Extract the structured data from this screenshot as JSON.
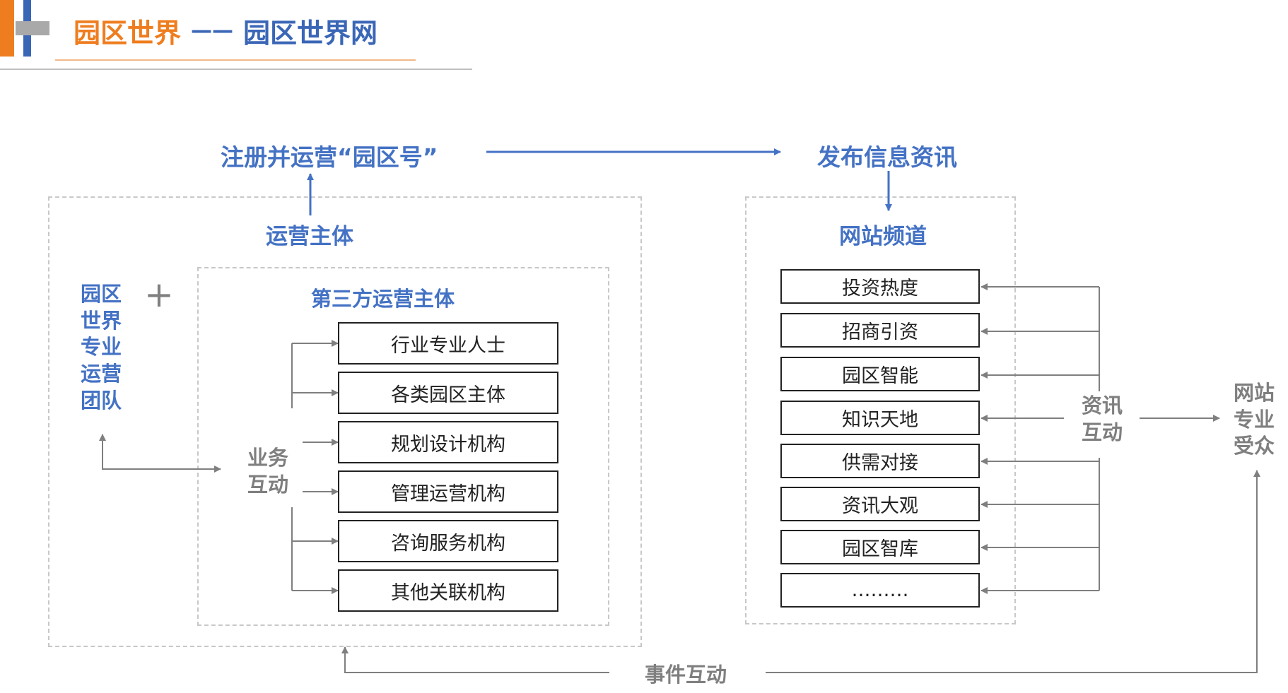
{
  "header": {
    "brand": "园区世界",
    "dash": "——",
    "site": "园区世界网"
  },
  "colors": {
    "accent_orange": "#ee7d1f",
    "accent_blue": "#4472c4",
    "text_grey": "#7f7f7f",
    "box_border": "#222222",
    "dashed_border": "#c8c8c8"
  },
  "flow": {
    "register": "注册并运营“园区号”",
    "publish": "发布信息资讯",
    "operator": "运营主体",
    "channels": "网站频道"
  },
  "left_panel": {
    "team": [
      "园区",
      "世界",
      "专业",
      "运营",
      "团队"
    ],
    "plus": "+",
    "third_party": "第三方运营主体",
    "business": [
      "业务",
      "互动"
    ],
    "items": [
      "行业专业人士",
      "各类园区主体",
      "规划设计机构",
      "管理运营机构",
      "咨询服务机构",
      "其他关联机构"
    ]
  },
  "right_panel": {
    "channels": [
      "投资热度",
      "招商引资",
      "园区智能",
      "知识天地",
      "供需对接",
      "资讯大观",
      "园区智库",
      "………"
    ],
    "info_interaction": [
      "资讯",
      "互动"
    ],
    "audience": [
      "网站",
      "专业",
      "受众"
    ]
  },
  "bottom": {
    "event_interaction": "事件互动"
  }
}
